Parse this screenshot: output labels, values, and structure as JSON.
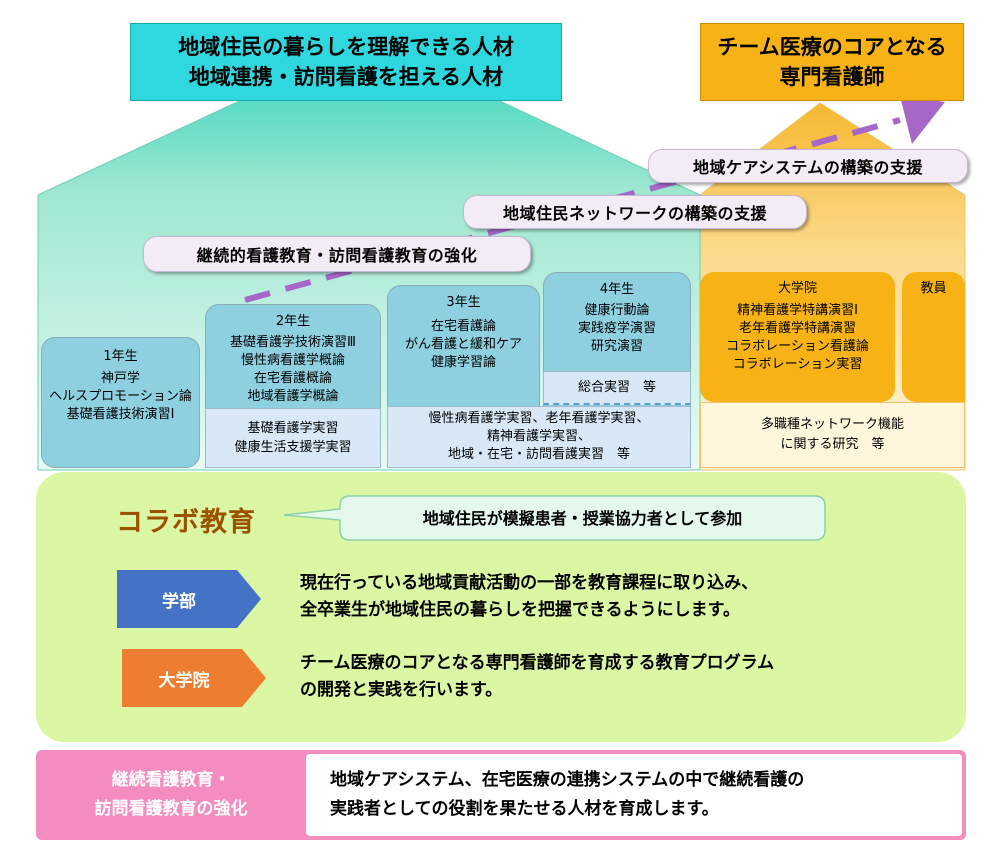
{
  "top_goals": {
    "community": [
      "地域住民の暮らしを理解できる人材",
      "地域連携・訪問看護を担える人材"
    ],
    "specialist": [
      "チーム医療のコアとなる",
      "専門看護師"
    ]
  },
  "banners": {
    "care_system": "地域ケアシステムの構築の支援",
    "resident_network": "地域住民ネットワークの構築の支援",
    "continuing_ed": "継続的看護教育・訪問看護教育の強化"
  },
  "years": {
    "y1": {
      "title": "1年生",
      "courses": [
        "神戸学",
        "ヘルスプロモーション論",
        "基礎看護技術演習Ⅰ"
      ]
    },
    "y2": {
      "title": "2年生",
      "courses": [
        "基礎看護学技術演習Ⅲ",
        "慢性病看護学概論",
        "在宅看護概論",
        "地域看護学概論"
      ],
      "practicum": [
        "基礎看護学実習",
        "健康生活支援学実習"
      ]
    },
    "y3": {
      "title": "3年生",
      "courses": [
        "在宅看護論",
        "がん看護と緩和ケア",
        "健康学習論"
      ]
    },
    "y4": {
      "title": "4年生",
      "courses": [
        "健康行動論",
        "実践疫学演習",
        "研究演習"
      ],
      "practicum": "総合実習　等"
    },
    "y34_practicum": [
      "慢性病看護学実習、老年看護学実習、",
      "精神看護学実習、",
      "地域・在宅・訪問看護実習　等"
    ]
  },
  "graduate": {
    "title": "大学院",
    "courses": [
      "精神看護学特講演習Ⅰ",
      "老年看護学特講演習",
      "コラボレーション看護論",
      "コラボレーション実習"
    ],
    "faculty": "教員",
    "research": [
      "多職種ネットワーク機能",
      "に関する研究　等"
    ]
  },
  "collab": {
    "title": "コラボ教育",
    "callout": "地域住民が模擬患者・授業協力者として参加",
    "undergrad_label": "学部",
    "undergrad_text": [
      "現在行っている地域貢献活動の一部を教育課程に取り込み、",
      "全卒業生が地域住民の暮らしを把握できるようにします。"
    ],
    "grad_label": "大学院",
    "grad_text": [
      "チーム医療のコアとなる専門看護師を育成する教育プログラム",
      "の開発と実践を行います。"
    ]
  },
  "bottom": {
    "label": [
      "継続看護教育・",
      "訪問看護教育の強化"
    ],
    "text": [
      "地域ケアシステム、在宅医療の連携システムの中で継続看護の",
      "実践者としての役割を果たせる人材を育成します。"
    ]
  },
  "colors": {
    "teal_top": "#2fd7df",
    "house_green": "#c8f0d4",
    "orange": "#f7b316",
    "lime": "#dcf7a4",
    "purple_arrow": "#a667c8",
    "blue_arrow": "#4472c4",
    "orange_arrow": "#ed7d31",
    "pink": "#f58cc0"
  }
}
